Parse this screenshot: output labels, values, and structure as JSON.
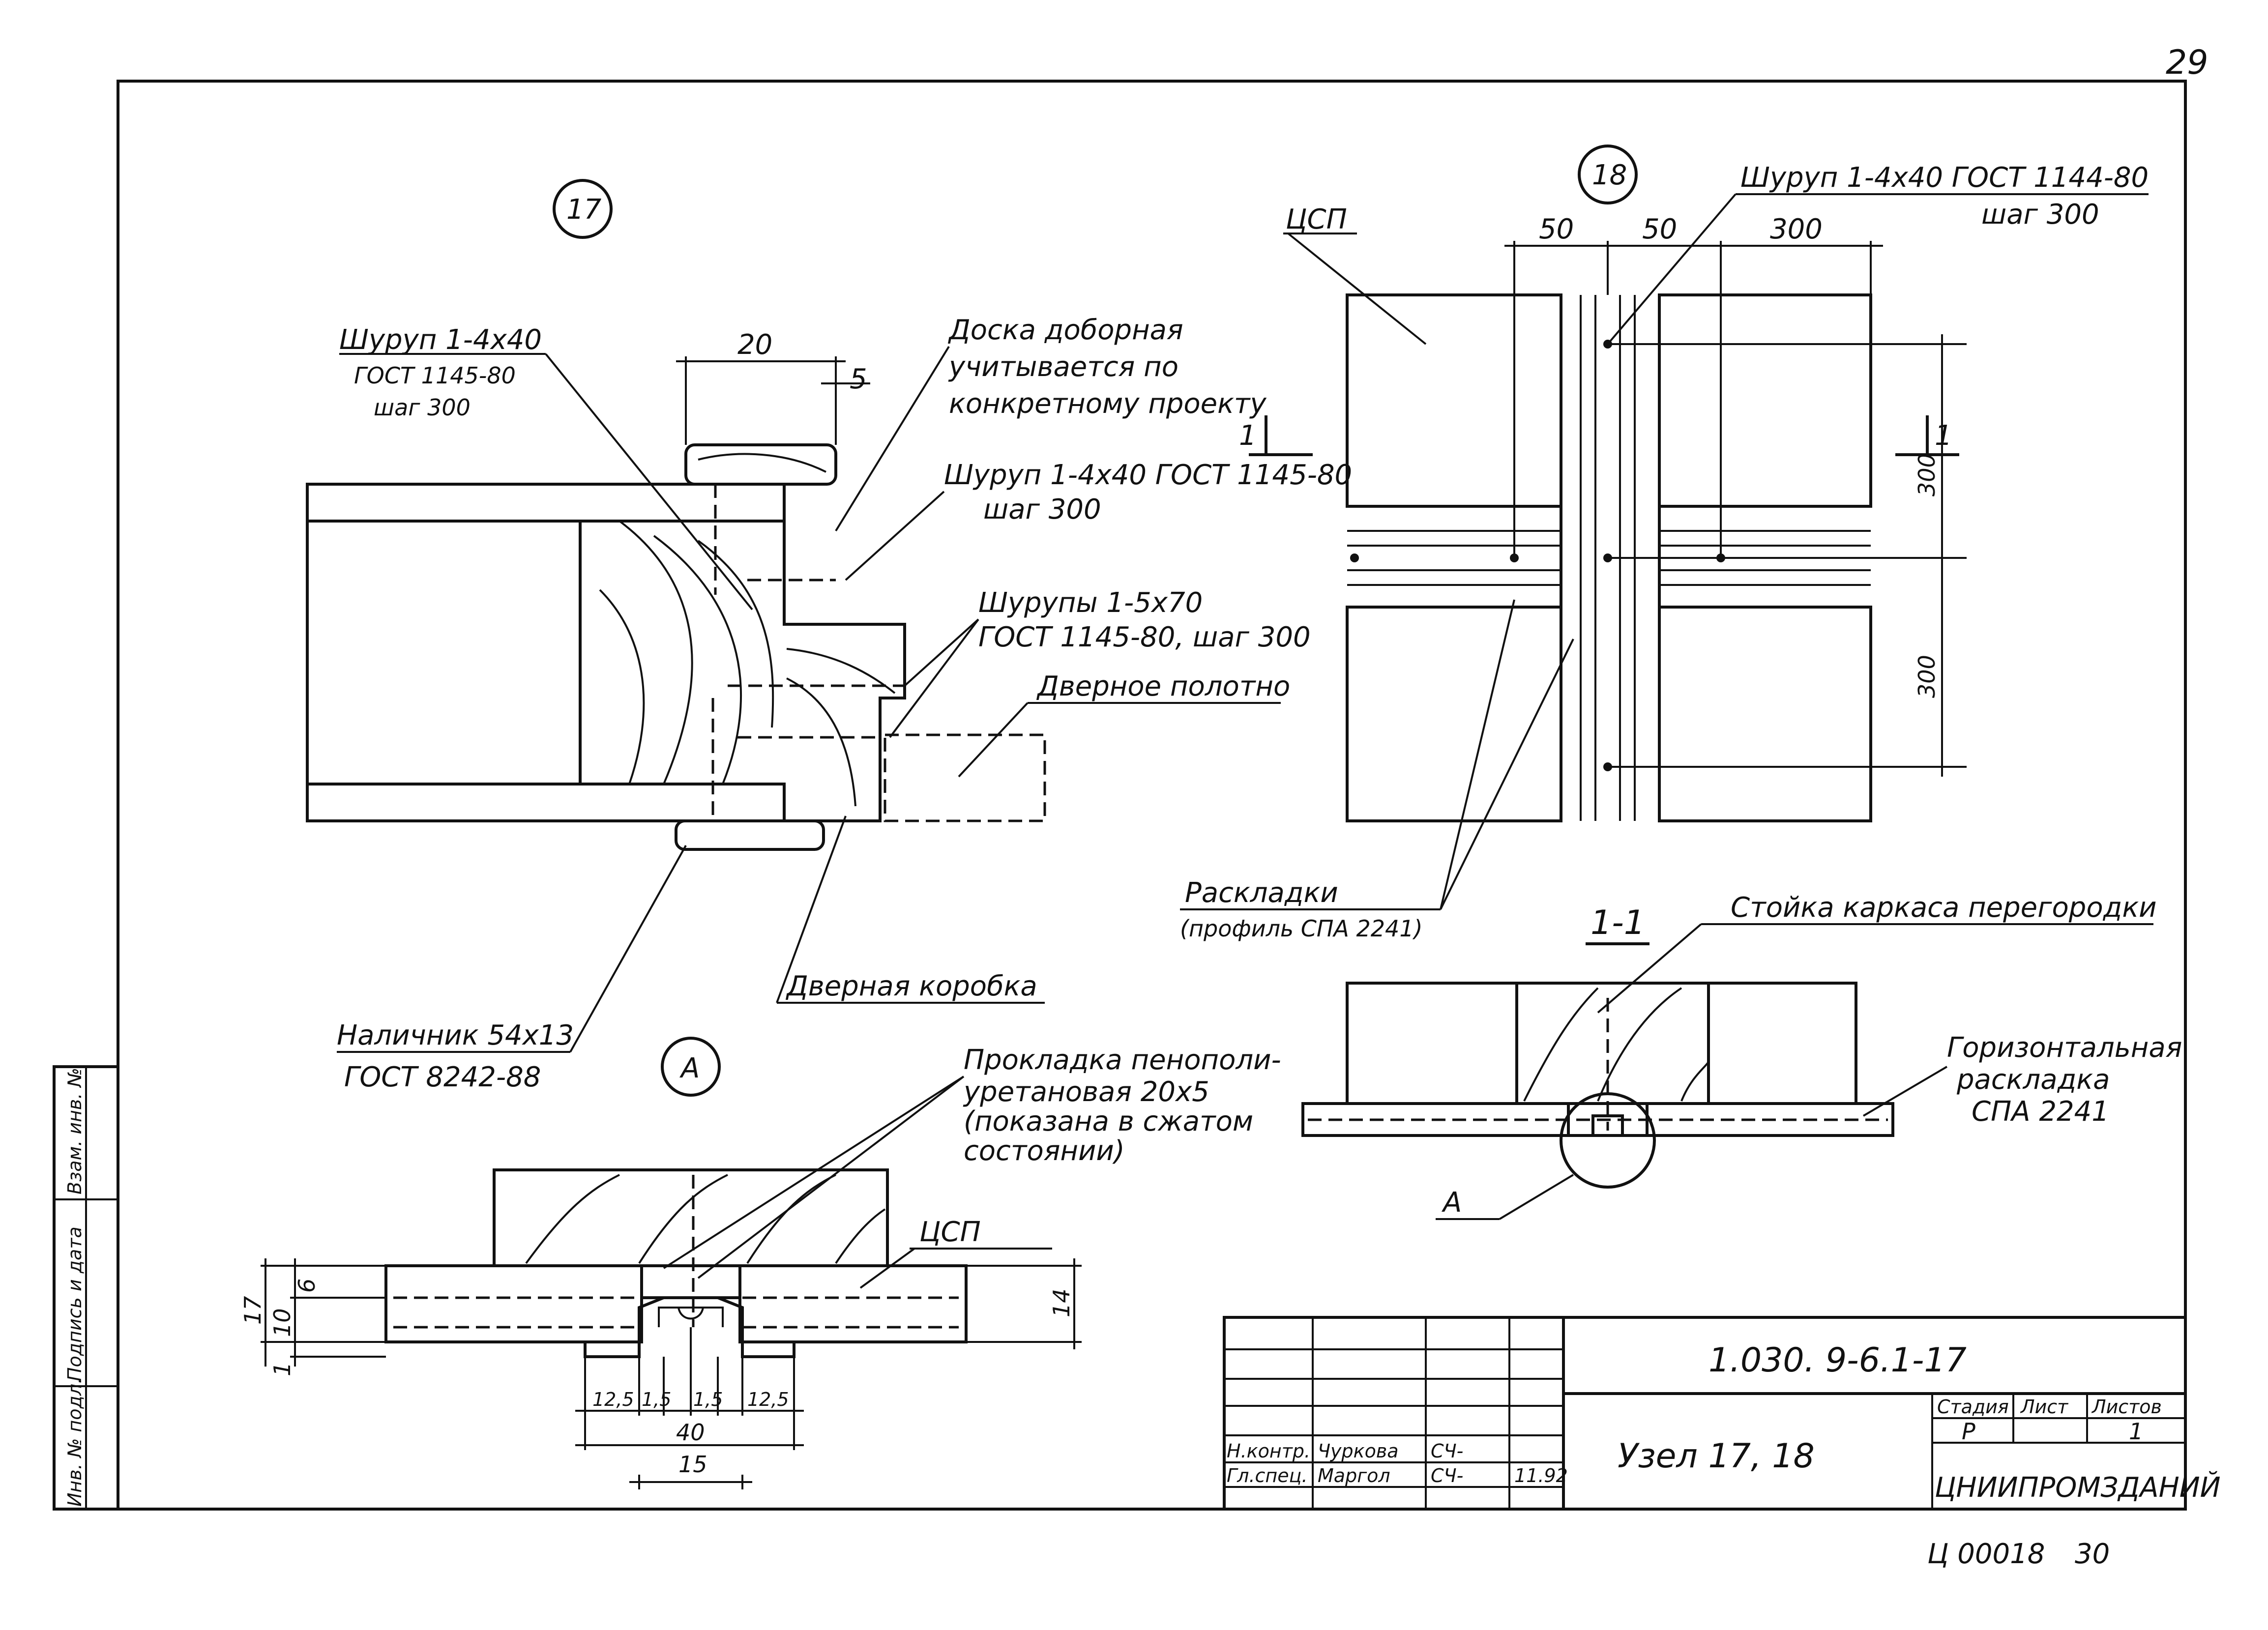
{
  "page_number": "29",
  "footer": {
    "code": "Ц 00018",
    "page": "30"
  },
  "detail_17": {
    "marker": "17",
    "dim_width": "20",
    "dim_gap": "5",
    "screw_1": [
      "Шуруп 1-4x40",
      "ГОСТ 1145-80",
      "шаг 300"
    ],
    "board_note": [
      "Доска доборная",
      "учитывается по",
      "конкретному проекту"
    ],
    "screw_2": [
      "Шуруп 1-4x40 ГОСТ 1145-80",
      "шаг 300"
    ],
    "screws_3": [
      "Шурупы 1-5x70",
      "ГОСТ 1145-80, шаг 300"
    ],
    "door_leaf": "Дверное полотно",
    "door_frame": "Дверная коробка",
    "casing": [
      "Наличник 54x13",
      "ГОСТ 8242-88"
    ],
    "section_mark": "1"
  },
  "detail_18": {
    "marker": "18",
    "board": "ЦСП",
    "screw": [
      "Шуруп 1-4x40 ГОСТ 1144-80",
      "шаг 300"
    ],
    "dims_top": [
      "50",
      "50",
      "300"
    ],
    "dims_side": [
      "300",
      "300"
    ],
    "section_mark": "1",
    "strips": [
      "Раскладки",
      "(профиль СПА 2241)"
    ]
  },
  "section_1_1": {
    "title": "1-1",
    "stud": "Стойка каркаса перегородки",
    "horizontal_strip": [
      "Горизонтальная",
      "раскладка",
      "СПА 2241"
    ],
    "callout": "А"
  },
  "detail_A": {
    "marker": "А",
    "gasket": [
      "Прокладка пенополи-",
      "уретановая 20x5",
      "(показана в сжатом",
      "состоянии)"
    ],
    "board": "ЦСП",
    "dims_left": [
      "17",
      "10",
      "6",
      "1"
    ],
    "dim_right": "14",
    "dims_bottom": [
      "12,5",
      "1,5",
      "1,5",
      "12,5"
    ],
    "dim_total": "40",
    "dim_inner": "15"
  },
  "title_block": {
    "designation": "1.030. 9-6.1-17",
    "name": "Узел 17, 18",
    "col_stage": "Стадия",
    "col_sheet": "Лист",
    "col_sheets": "Листов",
    "stage": "Р",
    "sheets": "1",
    "org": "ЦНИИПРОМЗДАНИЙ",
    "roles": [
      "Н.контр.",
      "Гл.спец."
    ],
    "names": [
      "Чуркова",
      "Маргол"
    ],
    "signatures": [
      "СЧ-",
      "СЧ-"
    ],
    "date": "11.92"
  },
  "side_stamp": [
    "Инв. № подл.",
    "Подпись и дата",
    "Взам. инв. №"
  ]
}
